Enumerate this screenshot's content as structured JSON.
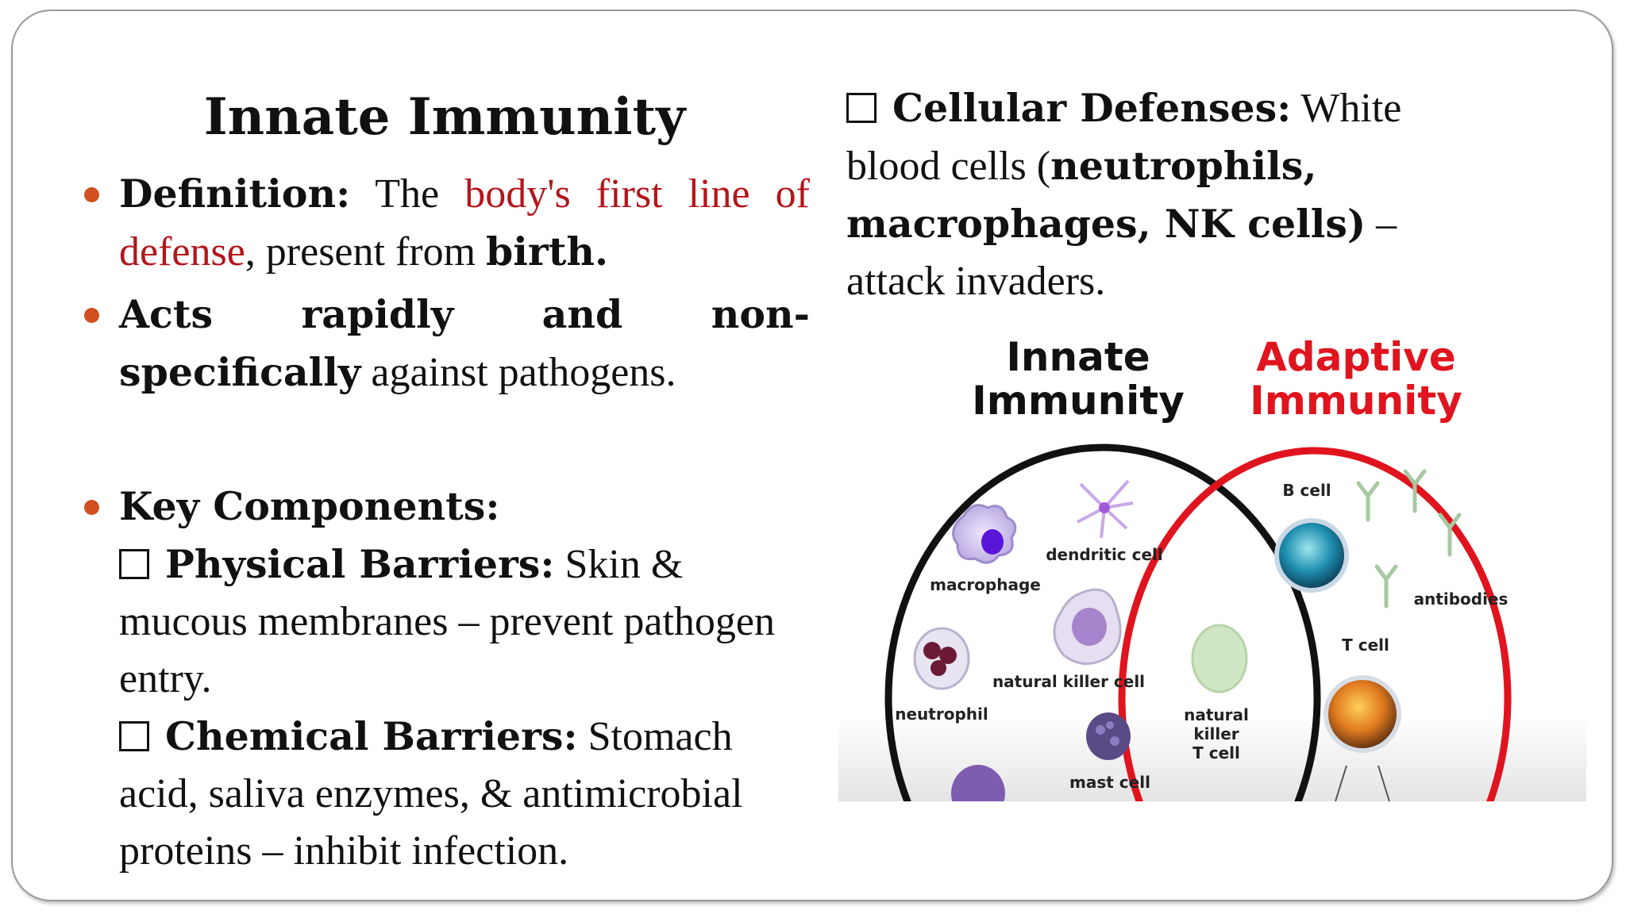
{
  "title": "Innate Immunity",
  "bullets": {
    "definition": {
      "label": "Definition:",
      "text1": " The ",
      "highlight": "body's first line of defense",
      "text2": ", present from ",
      "bold_end": "birth."
    },
    "acts": {
      "bold": "Acts rapidly and non-specifically",
      "text": " against pathogens."
    },
    "key": {
      "label": "Key Components:",
      "physical_label": "Physical Barriers:",
      "physical_text": " Skin & mucous membranes – prevent pathogen entry.",
      "chemical_label": "Chemical Barriers:",
      "chemical_text": " Stomach acid, saliva enzymes, & antimicrobial proteins – inhibit infection."
    }
  },
  "cellular": {
    "label": "Cellular Defenses:",
    "text1": " White blood cells (",
    "bold": "neutrophils, macrophages, NK cells)",
    "text2": " – attack invaders."
  },
  "diagram": {
    "innate_title_1": "Innate",
    "innate_title_2": "Immunity",
    "adaptive_title_1": "Adaptive",
    "adaptive_title_2": "Immunity",
    "cells": {
      "macrophage": "macrophage",
      "dendritic": "dendritic cell",
      "neutrophil": "neutrophil",
      "nk_cell": "natural killer cell",
      "mast_cell": "mast cell",
      "nkt_1": "natural",
      "nkt_2": "killer",
      "nkt_3": "T cell",
      "b_cell": "B cell",
      "antibodies": "antibodies",
      "t_cell": "T cell"
    },
    "colors": {
      "innate": "#111111",
      "adaptive": "#e0141e"
    }
  }
}
